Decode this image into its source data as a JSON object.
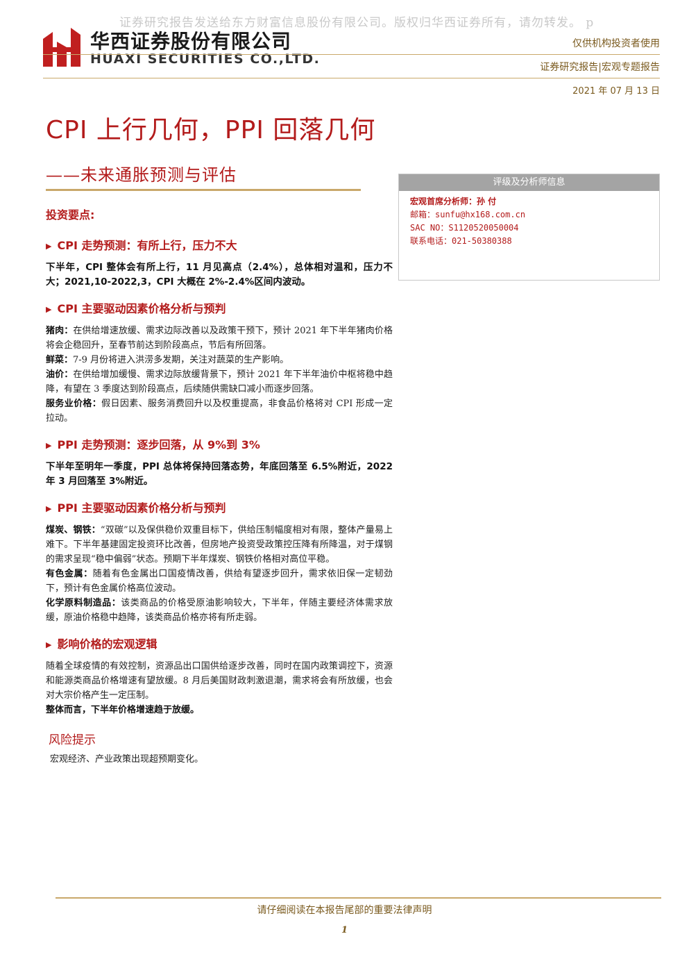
{
  "watermark": "证券研究报告发送给东方财富信息股份有限公司。版权归华西证券所有，请勿转发。 p",
  "company": {
    "name_cn": "华西证券股份有限公司",
    "name_en": "HUAXI SECURITIES CO.,LTD."
  },
  "header": {
    "audience": "仅供机构投资者使用",
    "report_type": "证券研究报告|宏观专题报告",
    "date": "2021 年 07 月 13 日"
  },
  "title": "CPI 上行几何，PPI 回落几何",
  "subtitle": "——未来通胀预测与评估",
  "key_points_title": "投资要点:",
  "sections": [
    {
      "heading": "CPI 走势预测：有所上行，压力不大",
      "summary": "下半年，CPI 整体会有所上行，11 月见高点（2.4%），总体相对温和，压力不大；2021,10-2022,3，CPI 大概在 2%-2.4%区间内波动。"
    },
    {
      "heading": "CPI 主要驱动因素价格分析与预判",
      "items": [
        {
          "label": "猪肉：",
          "text": "在供给增速放缓、需求边际改善以及政策干预下，预计 2021 年下半年猪肉价格将会企稳回升，至春节前达到阶段高点，节后有所回落。"
        },
        {
          "label": "鲜菜：",
          "text": "7-9 月份将进入洪涝多发期，关注对蔬菜的生产影响。"
        },
        {
          "label": "油价：",
          "text": "在供给增加缓慢、需求边际放缓背景下，预计 2021 年下半年油价中枢将稳中趋降，有望在 3 季度达到阶段高点，后续随供需缺口减小而逐步回落。"
        },
        {
          "label": "服务业价格：",
          "text": "假日因素、服务消费回升以及权重提高，非食品价格将对 CPI 形成一定拉动。"
        }
      ]
    },
    {
      "heading": "PPI 走势预测：逐步回落，从 9%到 3%",
      "summary": "下半年至明年一季度，PPI 总体将保持回落态势，年底回落至 6.5%附近，2022 年 3 月回落至 3%附近。"
    },
    {
      "heading": "PPI 主要驱动因素价格分析与预判",
      "items": [
        {
          "label": "煤炭、钢铁：",
          "text": "“双碳”以及保供稳价双重目标下，供给压制幅度相对有限，整体产量易上难下。下半年基建固定投资环比改善，但房地产投资受政策控压降有所降温，对于煤钢的需求呈现“稳中偏弱”状态。预期下半年煤炭、钢铁价格相对高位平稳。"
        },
        {
          "label": "有色金属：",
          "text": "随着有色金属出口国疫情改善，供给有望逐步回升，需求依旧保一定韧劲下，预计有色金属价格高位波动。"
        },
        {
          "label": "化学原料制造品：",
          "text": "该类商品的价格受原油影响较大，下半年，伴随主要经济体需求放缓，原油价格稳中趋降，该类商品价格亦将有所走弱。"
        }
      ]
    },
    {
      "heading": "影响价格的宏观逻辑",
      "text": "随着全球疫情的有效控制，资源品出口国供给逐步改善，同时在国内政策调控下，资源和能源类商品价格增速有望放缓。8 月后美国财政刺激退潮，需求将会有所放缓，也会对大宗价格产生一定压制。",
      "conclusion": "整体而言，下半年价格增速趋于放缓。"
    }
  ],
  "risk": {
    "title": "风险提示",
    "text": "宏观经济、产业政策出现超预期变化。"
  },
  "sidebar": {
    "header": "评级及分析师信息",
    "analyst": "宏观首席分析师：孙 付",
    "email": "邮箱：sunfu@hx168.com.cn",
    "sac": "SAC NO：S1120520050004",
    "phone": "联系电话：021-50380388"
  },
  "footer": {
    "disclaimer": "请仔细阅读在本报告尾部的重要法律声明",
    "page": "1"
  },
  "colors": {
    "brand_red": "#b31b1b",
    "gold": "#c9a86a",
    "header_brown": "#7a5a1e",
    "sidebar_header": "#a4a4a4"
  }
}
